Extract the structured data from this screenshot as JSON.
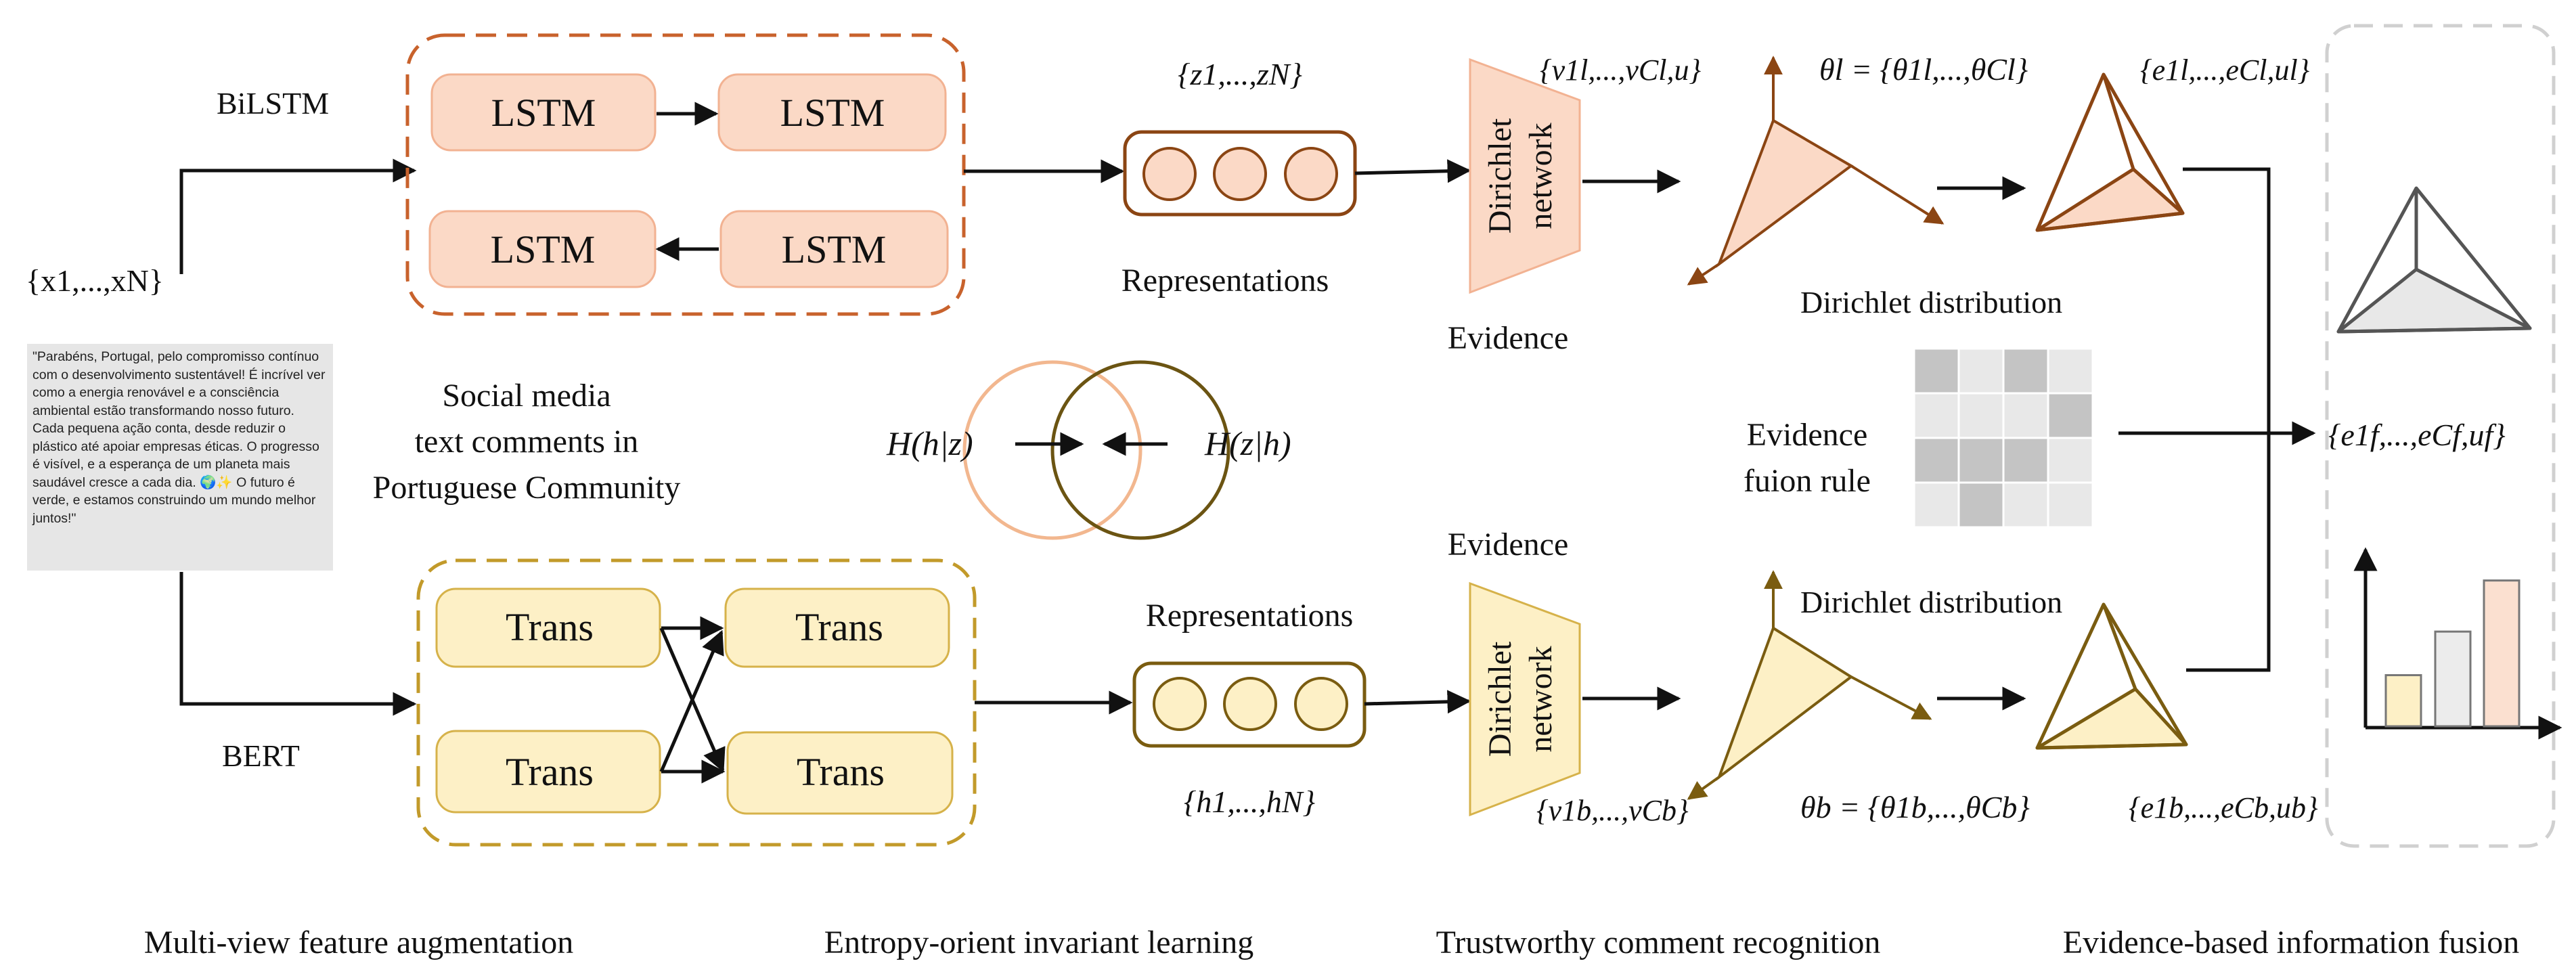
{
  "colors": {
    "lstm_fill": "#fbd9c6",
    "lstm_stroke": "#f2b292",
    "lstm_dashed": "#c8622c",
    "trans_fill": "#fdf0c6",
    "trans_stroke": "#d6b24a",
    "trans_dashed": "#c29a2a",
    "brown_arrow": "#8b4513",
    "olive_arrow": "#7a5c10",
    "venn_left": "#f2b78f",
    "venn_right": "#6b5412",
    "grid_dark": "#c4c4c4",
    "grid_light": "#e8e8e8",
    "fusion_border": "#d0d0d0"
  },
  "views": {
    "bilstm_label": "BiLSTM",
    "bert_label": "BERT",
    "lstm_blocks": [
      "LSTM",
      "LSTM",
      "LSTM",
      "LSTM"
    ],
    "trans_blocks": [
      "Trans",
      "Trans",
      "Trans",
      "Trans"
    ]
  },
  "input": {
    "sequence": "{x1,...,xN}",
    "comment_text": "\"Parabéns, Portugal, pelo compromisso contínuo com o desenvolvimento sustentável! É incrível ver como a energia renovável e a consciência ambiental estão transformando nosso futuro. Cada pequena ação conta, desde reduzir o plástico até apoiar empresas éticas. O progresso é visível, e a esperança de um planeta mais saudável cresce a cada dia. 🌍✨ O futuro é verde, e estamos construindo um mundo melhor juntos!\"",
    "caption_lines": [
      "Social media",
      "text comments in",
      "Portuguese Community"
    ]
  },
  "representations": {
    "top_set": "{z1,...,zN}",
    "top_label": "Representations",
    "bottom_label": "Representations",
    "bottom_set": "{h1,...,hN}"
  },
  "entropy": {
    "left": "H(h|z)",
    "right": "H(z|h)"
  },
  "dirichlet": {
    "network_line1": "Dirichlet",
    "network_line2": "network",
    "evidence_top": "Evidence",
    "evidence_bottom": "Evidence",
    "top_vector": "{v1l,...,vCl,u}",
    "bottom_vector": "{v1b,...,vCb}",
    "theta_top": "θl = {θ1l,...,θCl}",
    "theta_bottom": "θb = {θ1b,...,θCb}",
    "distribution_top": "Dirichlet distribution",
    "distribution_bottom": "Dirichlet distribution",
    "e_top": "{e1l,...,eCl,ul}",
    "e_bottom": "{e1b,...,eCb,ub}"
  },
  "fusion": {
    "rule_line1": "Evidence",
    "rule_line2": "fuion rule",
    "fused": "{e1f,...,eCf,uf}",
    "bars": [
      {
        "value": 0.34,
        "color": "#fdf0c6"
      },
      {
        "value": 0.63,
        "color": "#ececec"
      },
      {
        "value": 0.97,
        "color": "#fbe0d0"
      }
    ],
    "grid": [
      [
        1,
        0,
        1,
        0
      ],
      [
        0,
        0,
        0,
        1
      ],
      [
        1,
        1,
        1,
        0
      ],
      [
        0,
        1,
        0,
        0
      ]
    ]
  },
  "stages": [
    "Multi-view feature augmentation",
    "Entropy-orient invariant learning",
    "Trustworthy comment recognition",
    "Evidence-based information fusion"
  ]
}
